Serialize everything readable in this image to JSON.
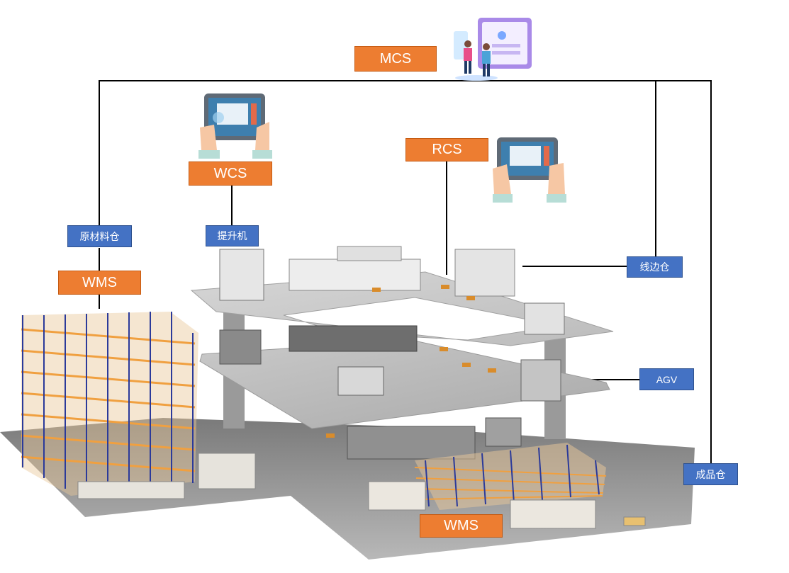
{
  "labels": {
    "mcs": "MCS",
    "wcs": "WCS",
    "rcs": "RCS",
    "wms_left": "WMS",
    "wms_bottom": "WMS",
    "raw_material_warehouse": "原材料仓",
    "elevator": "提升机",
    "line_side_warehouse": "线边仓",
    "agv": "AGV",
    "finished_goods_warehouse": "成品仓"
  },
  "colors": {
    "system_tag": "#ED7D31",
    "area_tag": "#4472C4",
    "rack_upright": "#2B3A9A",
    "rack_beam": "#F0A040",
    "floor": "#8C8C8C",
    "connector": "#000000"
  },
  "icons": {
    "mcs": "people-with-tablet-icon",
    "wcs": "hands-holding-tablet-icon",
    "rcs": "hands-holding-tablet-icon"
  }
}
